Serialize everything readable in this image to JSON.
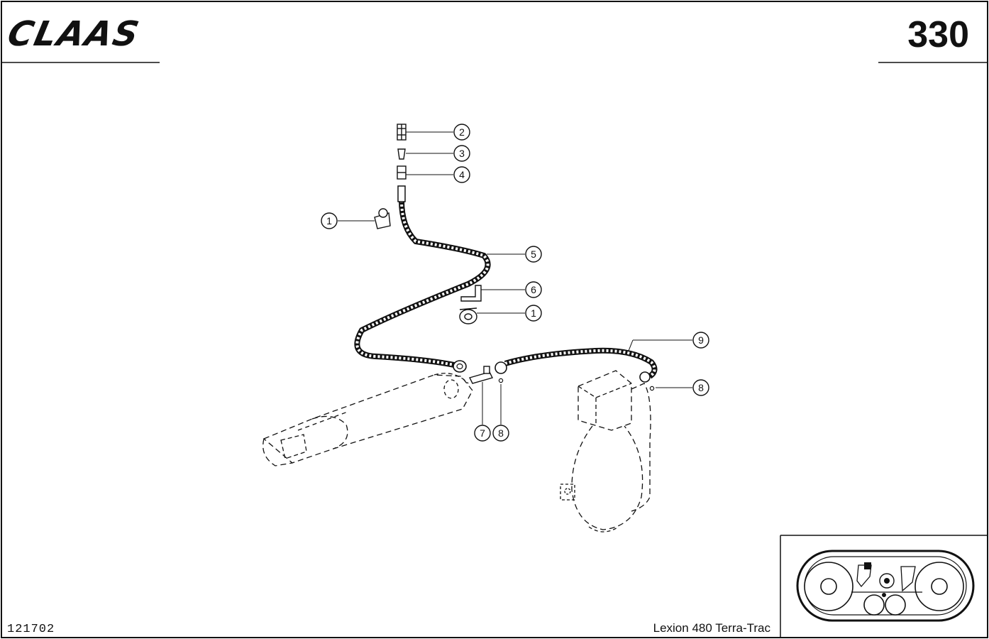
{
  "header": {
    "brand": "CLAAS",
    "page_number": "330"
  },
  "footer": {
    "doc_number": "121702",
    "model": "Lexion 480 Terra-Trac"
  },
  "callouts": [
    {
      "label": "2"
    },
    {
      "label": "3"
    },
    {
      "label": "4"
    },
    {
      "label": "1"
    },
    {
      "label": "5"
    },
    {
      "label": "6"
    },
    {
      "label": "1"
    },
    {
      "label": "9"
    },
    {
      "label": "8"
    },
    {
      "label": "7"
    },
    {
      "label": "8"
    }
  ]
}
